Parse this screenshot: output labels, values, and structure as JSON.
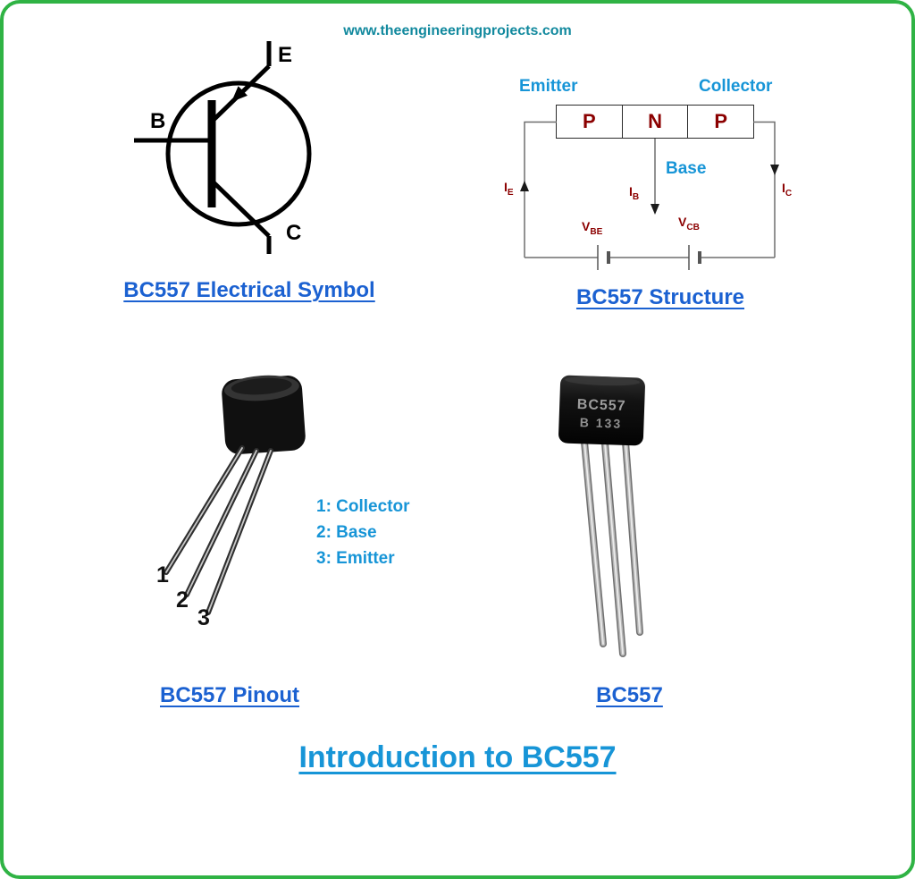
{
  "site": {
    "url": "www.theengineeringprojects.com"
  },
  "headings": {
    "main_title": "Introduction to BC557"
  },
  "electrical_symbol": {
    "caption": "BC557 Electrical Symbol",
    "base_label": "B",
    "emitter_label": "E",
    "collector_label": "C"
  },
  "structure": {
    "caption": "BC557 Structure",
    "emitter_label": "Emitter",
    "collector_label": "Collector",
    "base_label": "Base",
    "regions": [
      "P",
      "N",
      "P"
    ],
    "current_prefix": "I",
    "current_subs": {
      "emitter": "E",
      "base": "B",
      "collector": "C"
    },
    "voltage_prefix": "V",
    "voltage_subs": {
      "base_emitter": "BE",
      "collector_base": "CB"
    }
  },
  "pinout": {
    "caption": "BC557 Pinout",
    "pin_numbers": [
      "1",
      "2",
      "3"
    ],
    "pin_descriptions": [
      "1: Collector",
      "2: Base",
      "3: Emitter"
    ]
  },
  "photo": {
    "caption": "BC557",
    "marking_line1": "BC557",
    "marking_line2": "B 133"
  },
  "colors": {
    "border_green": "#2fb344",
    "caption_blue": "#1b61d1",
    "label_cyan": "#1795d7",
    "intro_blue": "#1795d7",
    "url_teal": "#12899e",
    "symbol_dark_red": "#8b0000"
  }
}
